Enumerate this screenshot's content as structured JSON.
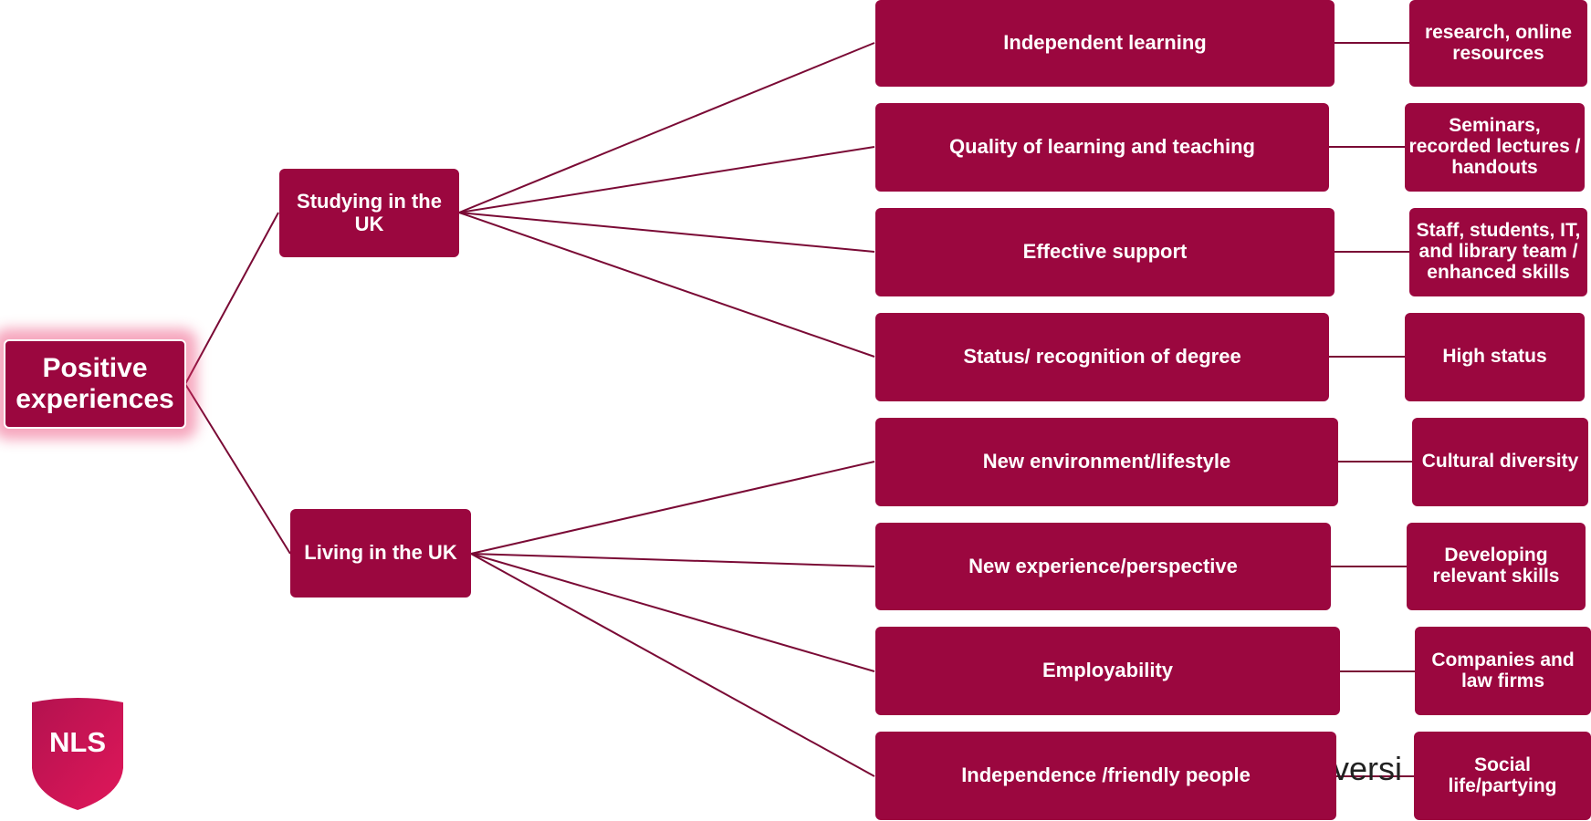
{
  "root": {
    "label": "Positive\nexperiences"
  },
  "categories": [
    {
      "label": "Studying in the UK",
      "items": [
        {
          "label": "Independent learning",
          "detail": "research, online resources"
        },
        {
          "label": "Quality of learning and teaching",
          "detail": "Seminars, recorded lectures / handouts"
        },
        {
          "label": "Effective support",
          "detail": "Staff, students, IT, and library team / enhanced skills"
        },
        {
          "label": "Status/ recognition of degree",
          "detail": "High status"
        }
      ]
    },
    {
      "label": "Living in the UK",
      "items": [
        {
          "label": "New environment/lifestyle",
          "detail": "Cultural diversity"
        },
        {
          "label": "New experience/perspective",
          "detail": "Developing relevant skills"
        },
        {
          "label": "Employability",
          "detail": "Companies and law firms"
        },
        {
          "label": "Independence /friendly people",
          "detail": "Social life/partying"
        }
      ]
    }
  ],
  "background_text": "versi",
  "logo": {
    "text": "NLS"
  },
  "colors": {
    "node": "#9b073f",
    "line": "#7a0a35",
    "glow": "#ec3c6e"
  }
}
